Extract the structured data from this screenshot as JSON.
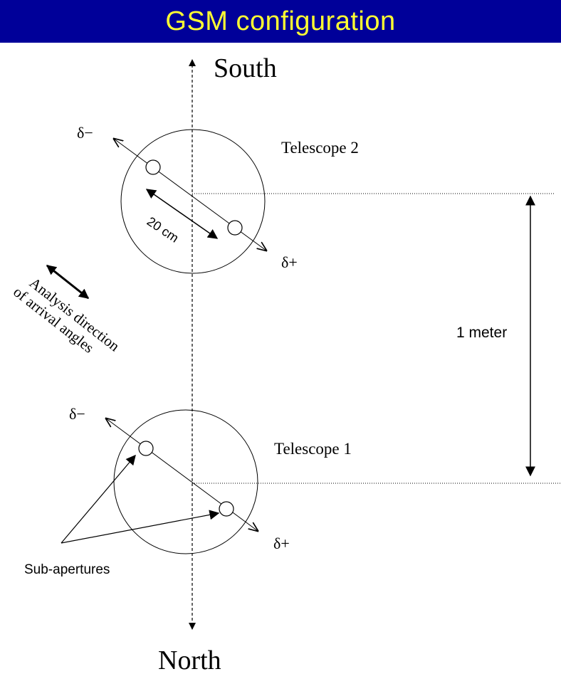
{
  "title": "GSM configuration",
  "labels": {
    "south": "South",
    "north": "North",
    "telescope2": "Telescope 2",
    "telescope1": "Telescope 1",
    "delta_minus": "δ−",
    "delta_plus": "δ+",
    "distance_subap": "20 cm",
    "distance_telescopes": "1 meter",
    "analysis_line1": "Analysis direction",
    "analysis_line2": "of arrival angles",
    "subapertures": "Sub-apertures"
  },
  "colors": {
    "title_background": "#000099",
    "title_text": "#ffff33",
    "lines": "#000000"
  }
}
